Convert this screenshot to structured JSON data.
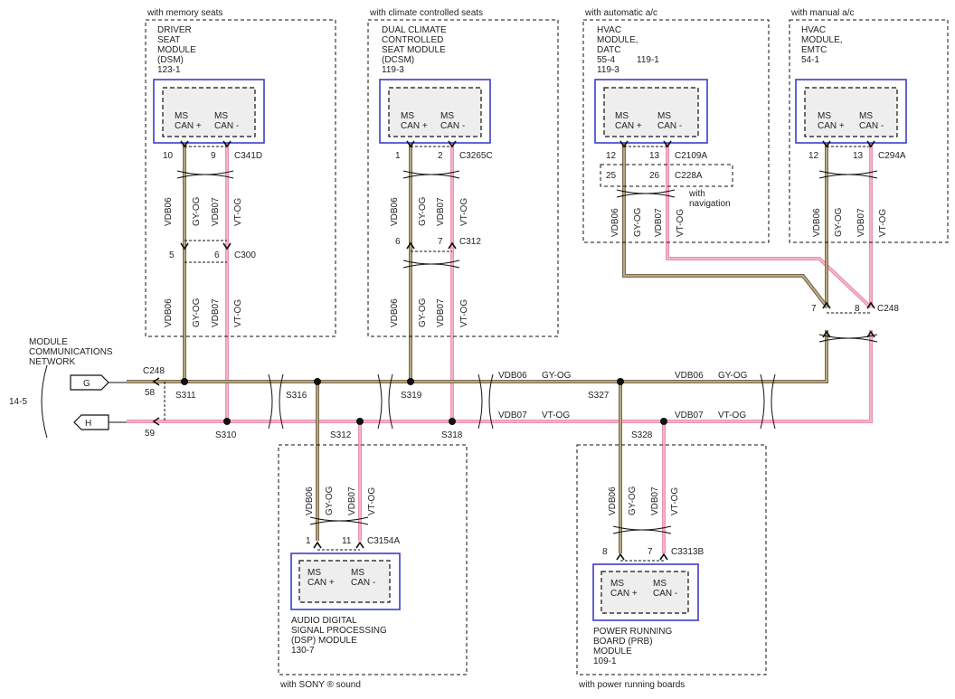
{
  "boxes": {
    "dsm": {
      "caption": "with memory seats",
      "name": [
        "DRIVER",
        "SEAT",
        "MODULE",
        "(DSM)",
        "123-1"
      ],
      "pin_left": "10",
      "pin_right": "9",
      "connector": "C341D",
      "wire_left_id": "VDB06",
      "wire_left_color": "GY-OG",
      "wire_right_id": "VDB07",
      "wire_right_color": "VT-OG"
    },
    "dcsm": {
      "caption": "with climate controlled seats",
      "name": [
        "DUAL CLIMATE",
        "CONTROLLED",
        "SEAT MODULE",
        "(DCSM)",
        "119-3"
      ],
      "pin_left": "1",
      "pin_right": "2",
      "connector": "C3265C",
      "wire_left_id": "VDB06",
      "wire_left_color": "GY-OG",
      "wire_right_id": "VDB07",
      "wire_right_color": "VT-OG"
    },
    "datc": {
      "caption": "with automatic a/c",
      "name": [
        "HVAC",
        "MODULE,",
        "DATC"
      ],
      "ref_a": "55-4",
      "ref_b": "119-1",
      "ref_c": "119-3",
      "pin_left": "12",
      "pin_right": "13",
      "connector": "C2109A",
      "nav_pin_left": "25",
      "nav_pin_right": "26",
      "nav_connector": "C228A",
      "nav_note": [
        "with",
        "navigation"
      ],
      "wire_left_id": "VDB06",
      "wire_left_color": "GY-OG",
      "wire_right_id": "VDB07",
      "wire_right_color": "VT-OG"
    },
    "emtc": {
      "caption": "with manual a/c",
      "name": [
        "HVAC",
        "MODULE,",
        "EMTC",
        "54-1"
      ],
      "pin_left": "12",
      "pin_right": "13",
      "connector": "C294A",
      "wire_left_id": "VDB06",
      "wire_left_color": "GY-OG",
      "wire_right_id": "VDB07",
      "wire_right_color": "VT-OG"
    },
    "dsp": {
      "caption": "with SONY ® sound",
      "name": [
        "AUDIO DIGITAL",
        "SIGNAL PROCESSING",
        "(DSP) MODULE",
        "130-7"
      ],
      "pin_left": "1",
      "pin_right": "11",
      "connector": "C3154A",
      "wire_left_id": "VDB06",
      "wire_left_color": "GY-OG",
      "wire_right_id": "VDB07",
      "wire_right_color": "VT-OG"
    },
    "prb": {
      "caption": "with power running boards",
      "name": [
        "POWER RUNNING",
        "BOARD (PRB)",
        "MODULE",
        "109-1"
      ],
      "pin_left": "8",
      "pin_right": "7",
      "connector": "C3313B",
      "wire_left_id": "VDB06",
      "wire_left_color": "GY-OG",
      "wire_right_id": "VDB07",
      "wire_right_color": "VT-OG"
    }
  },
  "module_pins": {
    "can_plus": [
      "MS",
      "CAN +"
    ],
    "can_minus": [
      "MS",
      "CAN -"
    ]
  },
  "inline": {
    "c300": {
      "pin_left": "5",
      "pin_right": "6",
      "connector": "C300",
      "wire_left_id": "VDB06",
      "wire_left_color": "GY-OG",
      "wire_right_id": "VDB07",
      "wire_right_color": "VT-OG"
    },
    "c312": {
      "pin_left": "6",
      "pin_right": "7",
      "connector": "C312",
      "wire_left_id": "VDB06",
      "wire_left_color": "GY-OG",
      "wire_right_id": "VDB07",
      "wire_right_color": "VT-OG"
    },
    "c248": {
      "pin_left": "7",
      "pin_right": "8",
      "connector": "C248"
    }
  },
  "network": {
    "title": [
      "MODULE",
      "COMMUNICATIONS",
      "NETWORK"
    ],
    "page_ref": "14-5",
    "conn_g": "G",
    "conn_h": "H",
    "c248_label": "C248",
    "pin_58": "58",
    "pin_59": "59"
  },
  "splices": {
    "s311": "S311",
    "s316": "S316",
    "s319": "S319",
    "s327": "S327",
    "s310": "S310",
    "s312": "S312",
    "s318": "S318",
    "s328": "S328"
  },
  "bus": {
    "top_id": "VDB06",
    "top_color": "GY-OG",
    "bottom_id": "VDB07",
    "bottom_color": "VT-OG"
  },
  "colors": {
    "gy_og": "#7a6a50",
    "vt_og": "#ee8fb3",
    "module_border": "#3a3fc8"
  }
}
